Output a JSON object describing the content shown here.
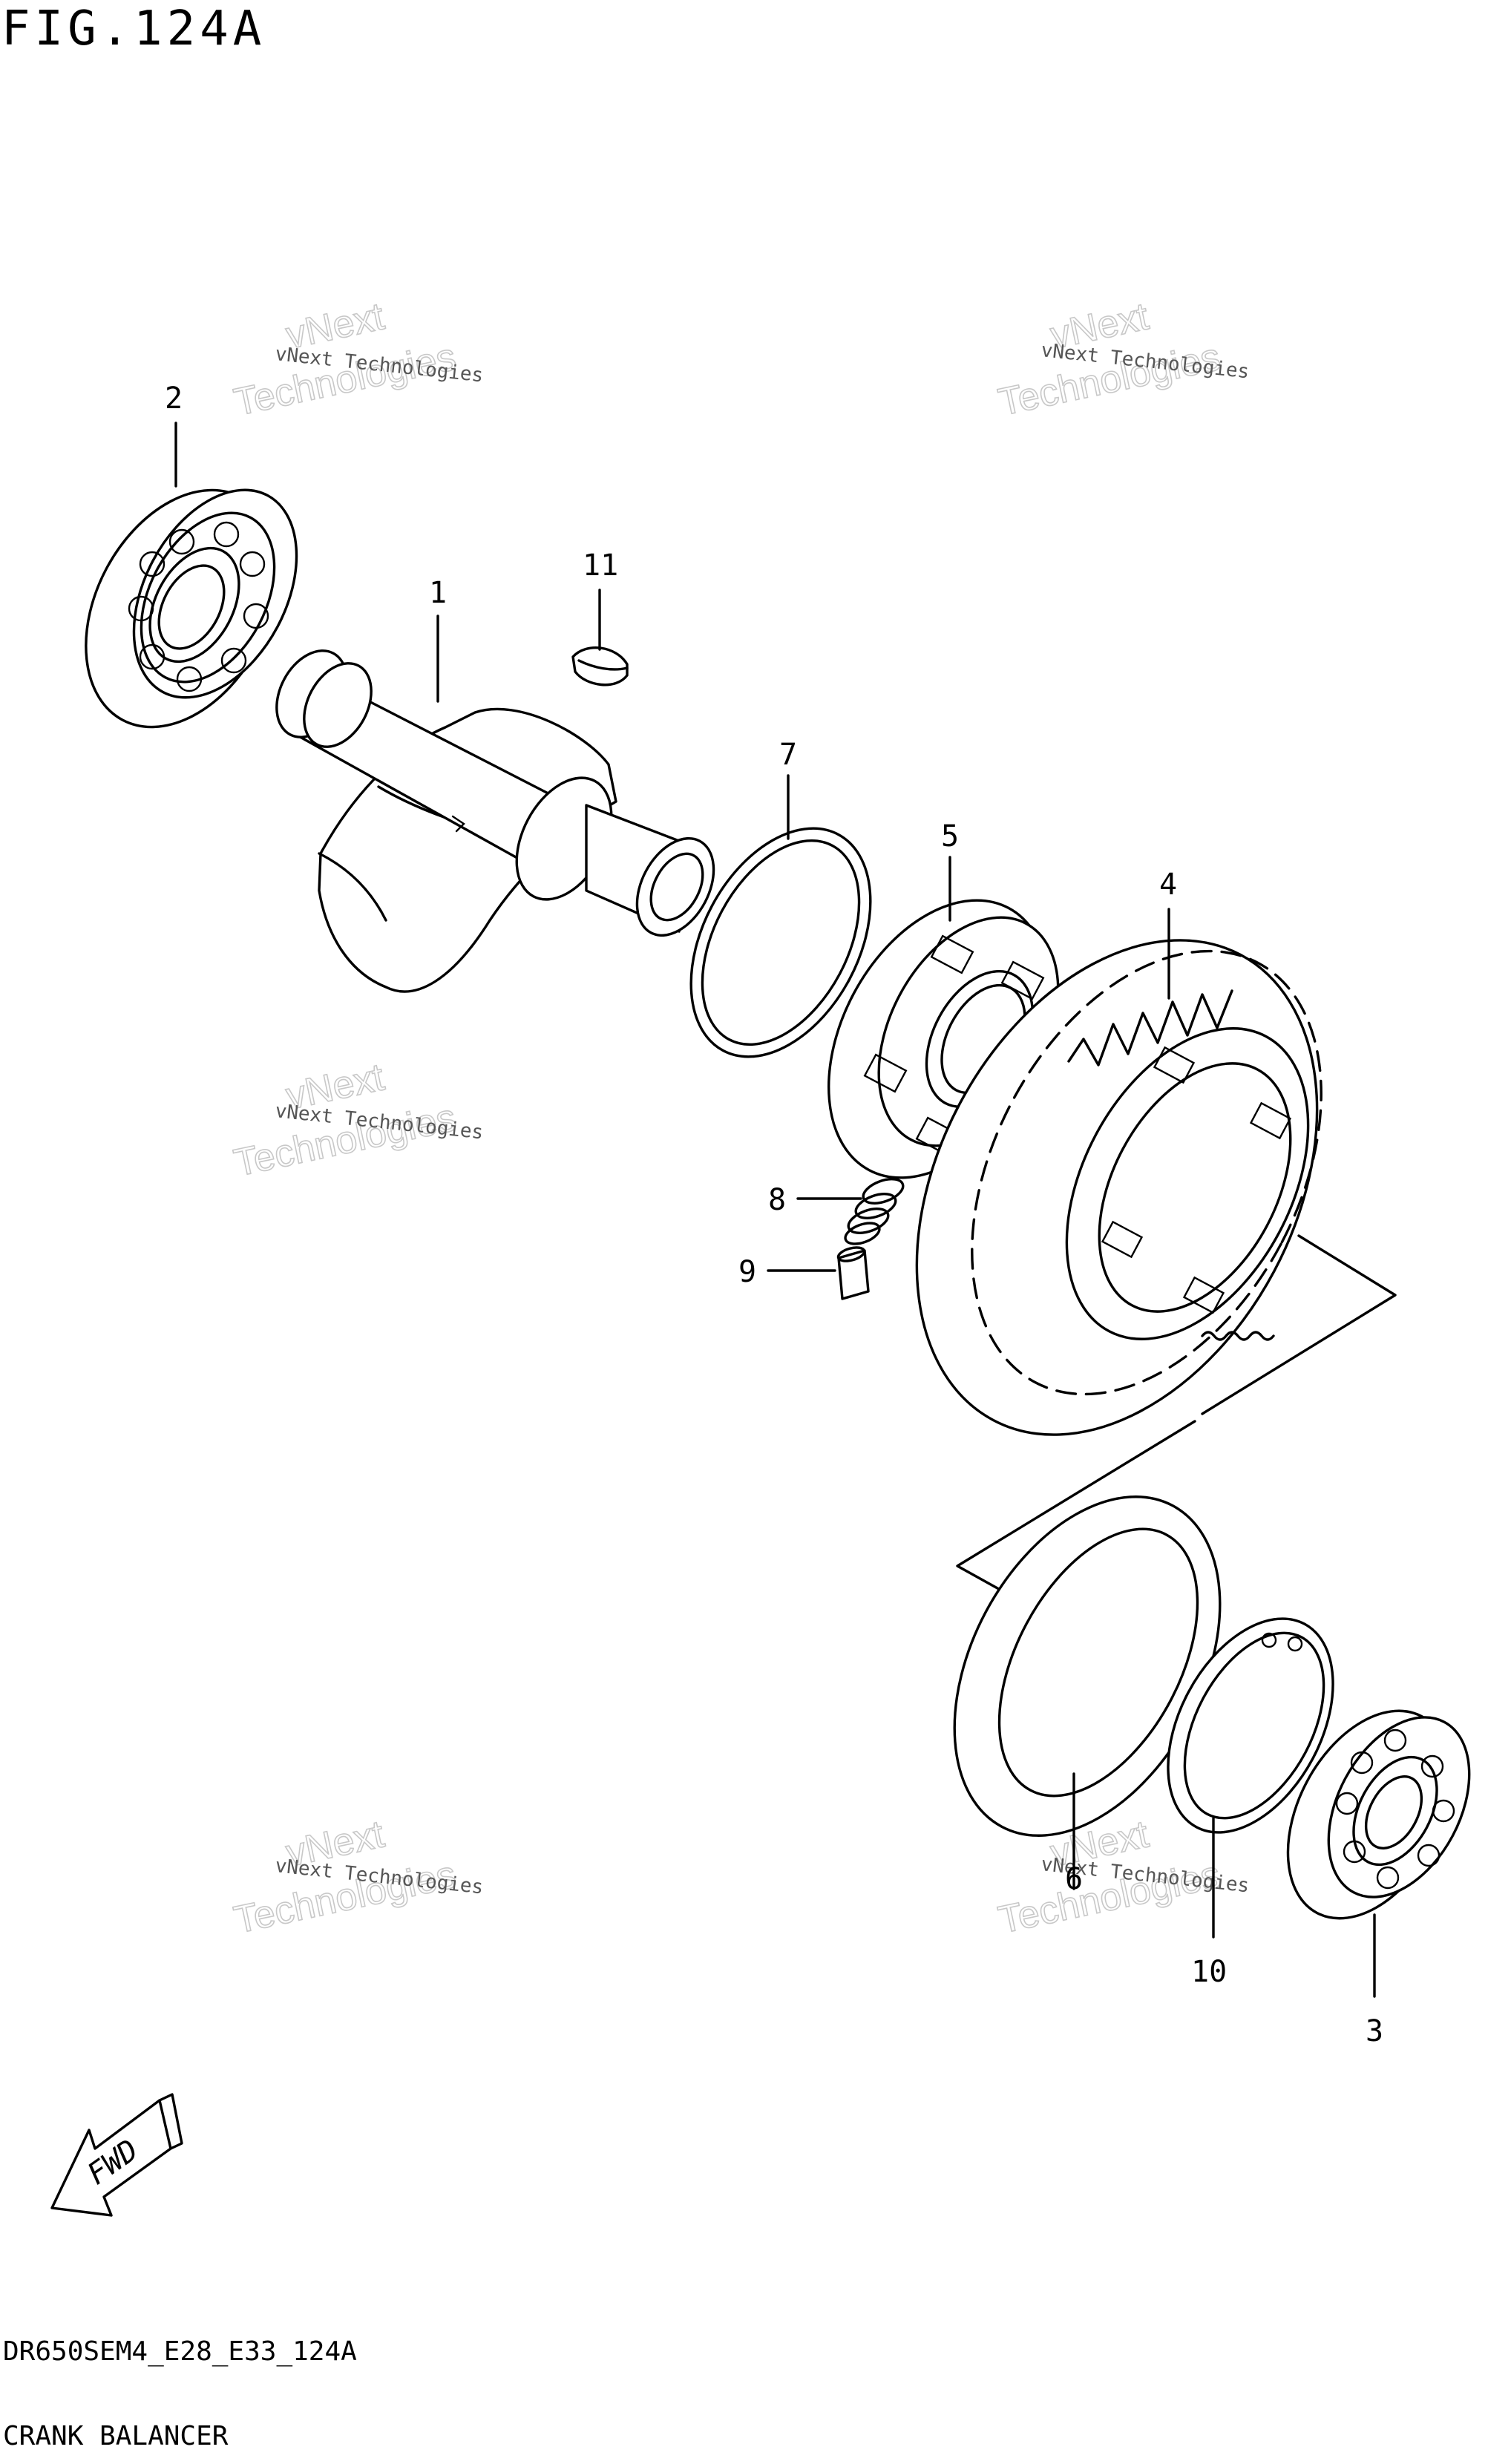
{
  "figure": {
    "title": "FIG.124A",
    "model_code": "DR650SEM4_E28_E33_124A",
    "section_name": "CRANK BALANCER"
  },
  "callouts": [
    "1",
    "2",
    "3",
    "4",
    "5",
    "6",
    "7",
    "8",
    "9",
    "10",
    "11"
  ],
  "watermark": {
    "small_text": "vNext Technologies",
    "large_line_1": "vNext",
    "large_line_2": "Technologies"
  },
  "fwd_badge": {
    "label": "FWD"
  },
  "parts": [
    {
      "ref": "1",
      "shape": "balancer-shaft"
    },
    {
      "ref": "2",
      "shape": "ball-bearing"
    },
    {
      "ref": "3",
      "shape": "ball-bearing"
    },
    {
      "ref": "4",
      "shape": "balancer-gear"
    },
    {
      "ref": "5",
      "shape": "damper-hub"
    },
    {
      "ref": "6",
      "shape": "washer"
    },
    {
      "ref": "7",
      "shape": "o-ring"
    },
    {
      "ref": "8",
      "shape": "spring"
    },
    {
      "ref": "9",
      "shape": "pin"
    },
    {
      "ref": "10",
      "shape": "circlip"
    },
    {
      "ref": "11",
      "shape": "woodruff-key"
    }
  ]
}
